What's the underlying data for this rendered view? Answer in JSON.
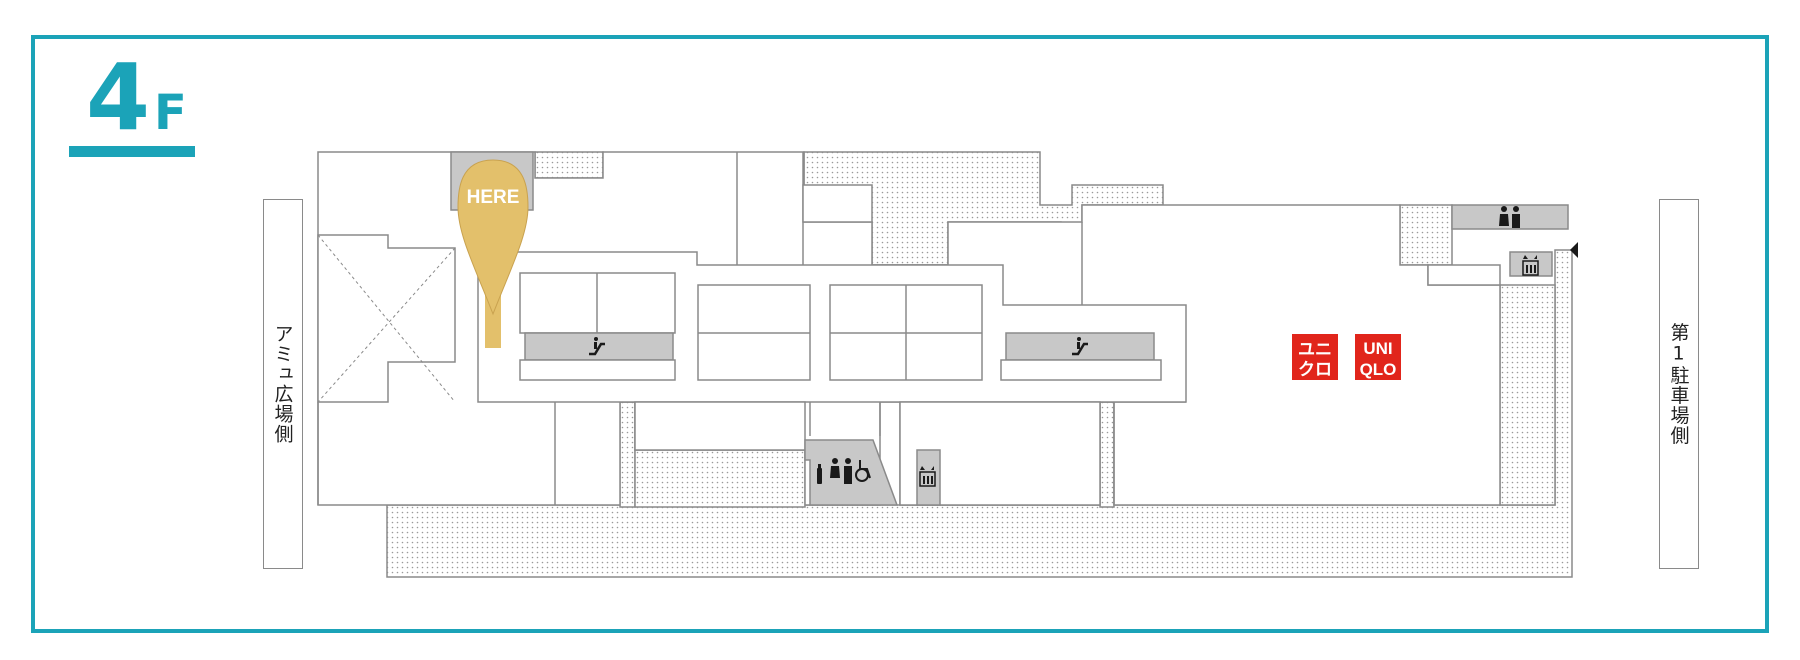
{
  "floor": {
    "number": "4",
    "suffix": "F"
  },
  "side_labels": {
    "left": "アミュ広場側",
    "right": "第1駐車場側"
  },
  "here_marker": {
    "label": "HERE",
    "color": "#e3c06b"
  },
  "store": {
    "logo_jp_top": "ユニ",
    "logo_jp_bottom": "クロ",
    "logo_en_top": "UNI",
    "logo_en_bottom": "QLO",
    "color": "#e1251b"
  },
  "colors": {
    "frame": "#1ba3b8",
    "wall": "#8a8a8a",
    "service": "#c8c8c8",
    "dots": "#9a9a9a"
  },
  "icons": [
    "escalator-icon",
    "escalator-icon",
    "restroom-icon",
    "nursing-room-icon",
    "accessible-toilet-icon",
    "elevator-icon",
    "elevator-icon",
    "entrance-arrow-icon",
    "here-pin-icon"
  ]
}
